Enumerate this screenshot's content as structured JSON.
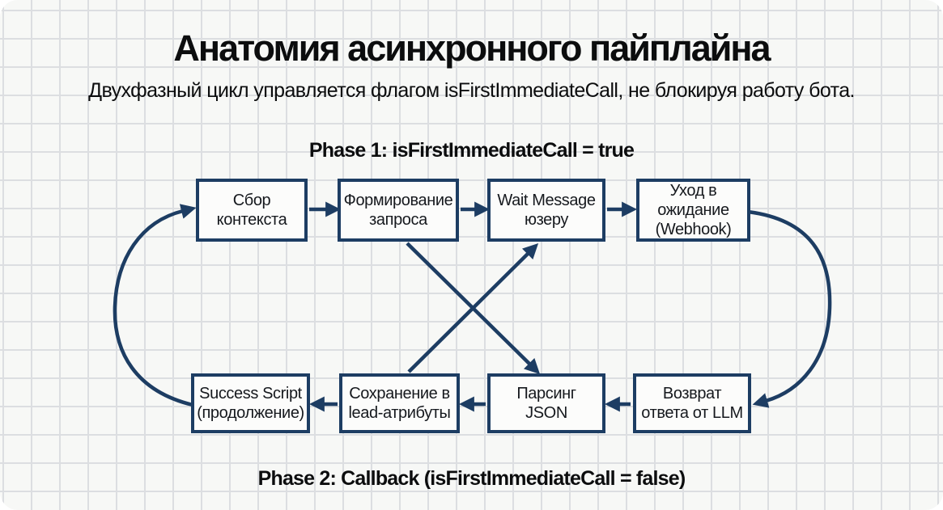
{
  "page": {
    "title": "Анатомия асинхронного пайплайна",
    "subtitle": "Двухфазный цикл управляется флагом isFirstImmediateCall, не блокируя работу бота.",
    "phase1_label": "Phase 1: isFirstImmediateCall = true",
    "phase2_label": "Phase 2: Callback (isFirstImmediateCall = false)"
  },
  "diagram": {
    "nodes": [
      {
        "id": "collect-context",
        "lines": [
          "Сбор",
          "контекста"
        ]
      },
      {
        "id": "form-request",
        "lines": [
          "Формирование",
          "запроса"
        ]
      },
      {
        "id": "wait-message",
        "lines": [
          "Wait Message",
          "юзеру"
        ]
      },
      {
        "id": "go-waiting",
        "lines": [
          "Уход в",
          "ожидание",
          "(Webhook)"
        ]
      },
      {
        "id": "success-script",
        "lines": [
          "Success Script",
          "(продолжение)"
        ]
      },
      {
        "id": "save-lead",
        "lines": [
          "Сохранение в",
          "lead-атрибуты"
        ]
      },
      {
        "id": "parse-json",
        "lines": [
          "Парсинг",
          "JSON"
        ]
      },
      {
        "id": "llm-response",
        "lines": [
          "Возврат",
          "ответа от LLM"
        ]
      }
    ],
    "edges": [
      {
        "from": "collect-context",
        "to": "form-request"
      },
      {
        "from": "form-request",
        "to": "wait-message"
      },
      {
        "from": "wait-message",
        "to": "go-waiting"
      },
      {
        "from": "go-waiting",
        "to": "llm-response"
      },
      {
        "from": "llm-response",
        "to": "parse-json"
      },
      {
        "from": "parse-json",
        "to": "save-lead"
      },
      {
        "from": "save-lead",
        "to": "success-script"
      },
      {
        "from": "success-script",
        "to": "collect-context"
      },
      {
        "from": "form-request",
        "to": "parse-json"
      },
      {
        "from": "save-lead",
        "to": "wait-message"
      }
    ]
  },
  "colors": {
    "accent": "#1d3d63",
    "ink": "#16191e",
    "title_ink": "#0c0d0e",
    "paper": "#f7f8f6",
    "grid": "#dcdee1",
    "node_fill": "#fcfcfb"
  }
}
